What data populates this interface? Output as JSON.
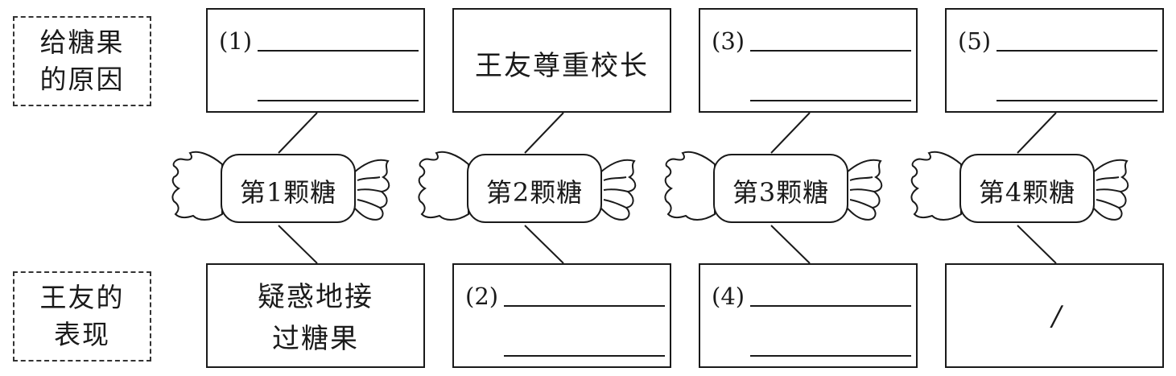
{
  "row_labels": {
    "reason": [
      "给糖果",
      "的原因"
    ],
    "behavior": [
      "王友的",
      "表现"
    ]
  },
  "candies": [
    "第1颗糖",
    "第2颗糖",
    "第3颗糖",
    "第4颗糖"
  ],
  "top_boxes": [
    {
      "type": "blank",
      "num": "(1)"
    },
    {
      "type": "text",
      "text": "王友尊重校长"
    },
    {
      "type": "blank",
      "num": "(3)"
    },
    {
      "type": "blank",
      "num": "(5)"
    }
  ],
  "bottom_boxes": [
    {
      "type": "text",
      "lines": [
        "疑惑地接",
        "过糖果"
      ]
    },
    {
      "type": "blank",
      "num": "(2)"
    },
    {
      "type": "blank",
      "num": "(4)"
    },
    {
      "type": "slash",
      "text": "/"
    }
  ]
}
